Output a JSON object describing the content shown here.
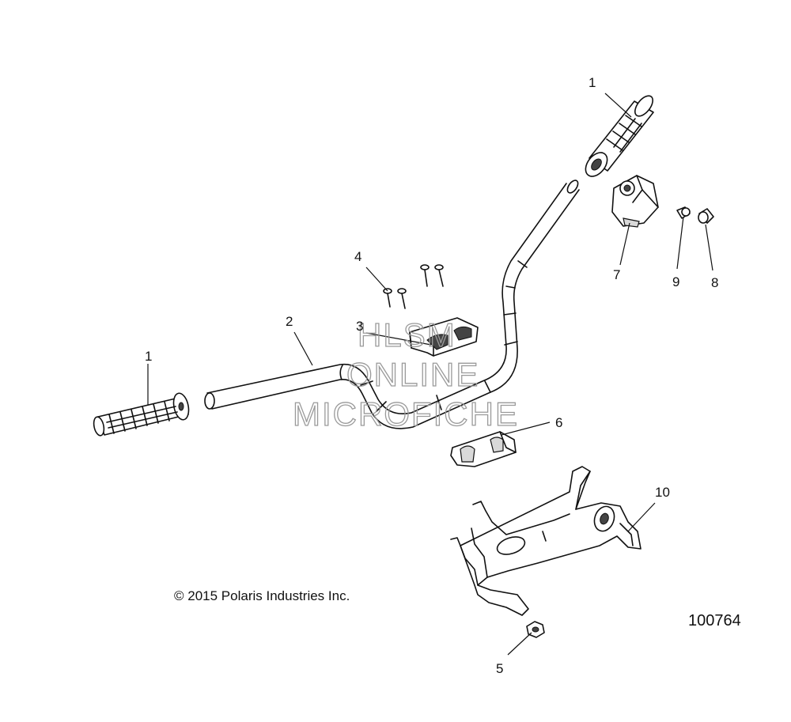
{
  "callouts": {
    "grip_right": "1",
    "grip_left": "1",
    "handlebar": "2",
    "clamp_upper": "3",
    "screws": "4",
    "nut": "5",
    "clamp_lower": "6",
    "switch_housing": "7",
    "plug": "8",
    "cap": "9",
    "bracket": "10"
  },
  "copyright": "© 2015 Polaris Industries Inc.",
  "document_number": "100764",
  "watermark": {
    "line1": "HLSM",
    "line2": "ONLINE",
    "line3": "MICROFICHE"
  }
}
